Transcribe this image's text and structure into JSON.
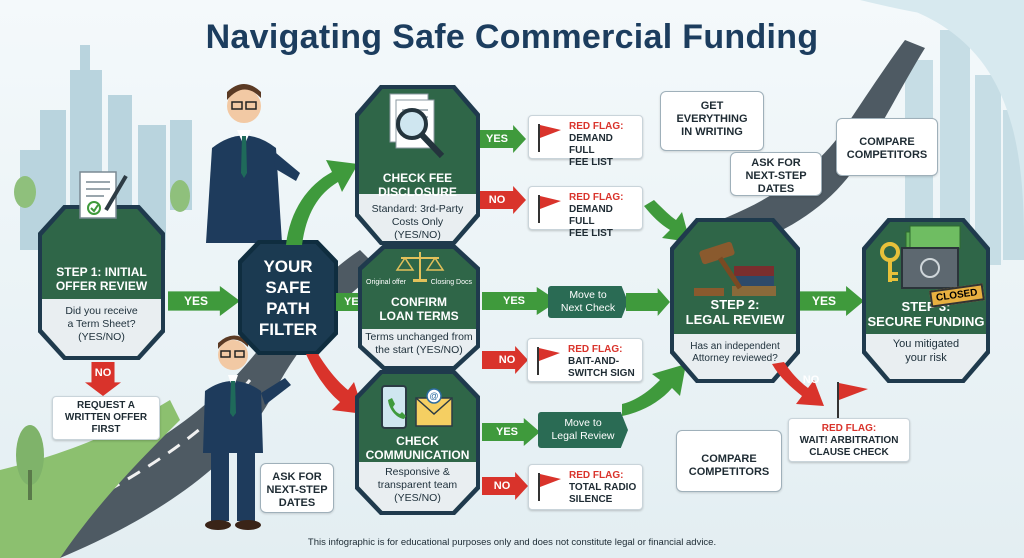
{
  "title": "Navigating Safe Commercial Funding",
  "center": {
    "l1": "YOUR",
    "l2": "SAFE",
    "l3": "PATH",
    "l4": "FILTER"
  },
  "step1": {
    "heading_l1": "STEP 1: INITIAL",
    "heading_l2": "OFFER REVIEW",
    "q1": "Did you receive",
    "q2": "a Term Sheet?",
    "q3": "(YES/NO)",
    "yes": "YES",
    "no": "NO"
  },
  "request_box": {
    "l1": "REQUEST A",
    "l2": "WRITTEN OFFER",
    "l3": "FIRST"
  },
  "center_yes": "YES",
  "fee": {
    "heading_l1": "CHECK FEE",
    "heading_l2": "DISCLOSURE",
    "s1": "Standard: 3rd-Party",
    "s2": "Costs Only",
    "s3": "(YES/NO)",
    "yes": "YES",
    "no": "NO"
  },
  "flag_fee_yes": {
    "l1": "RED FLAG:",
    "l2": "DEMAND FULL",
    "l3": "FEE LIST"
  },
  "flag_fee_no": {
    "l1": "RED FLAG:",
    "l2": "DEMAND FULL",
    "l3": "FEE LIST"
  },
  "loan": {
    "small_left": "Original offer",
    "small_right": "Closing Docs",
    "heading_l1": "CONFIRM",
    "heading_l2": "LOAN TERMS",
    "s1": "Terms unchanged from",
    "s2": "the start (YES/NO)",
    "yes": "YES",
    "no": "NO"
  },
  "move_next": {
    "l1": "Move to",
    "l2": "Next Check"
  },
  "flag_bait": {
    "l1": "RED FLAG:",
    "l2": "BAIT-AND-",
    "l3": "SWITCH SIGN"
  },
  "comm": {
    "heading_l1": "CHECK",
    "heading_l2": "COMMUNICATION",
    "s1": "Responsive &",
    "s2": "transparent team",
    "s3": "(YES/NO)",
    "yes": "YES",
    "no": "NO"
  },
  "move_legal": {
    "l1": "Move to",
    "l2": "Legal Review"
  },
  "flag_silence": {
    "l1": "RED FLAG:",
    "l2": "TOTAL RADIO",
    "l3": "SILENCE"
  },
  "legal": {
    "heading_l1": "STEP 2:",
    "heading_l2": "LEGAL REVIEW",
    "s1": "Has an independent",
    "s2": "Attorney reviewed?",
    "yes": "YES",
    "no": "NO"
  },
  "flag_arb": {
    "l1": "RED FLAG:",
    "l2": "WAIT! ARBITRATION",
    "l3": "CLAUSE CHECK"
  },
  "secure": {
    "heading_l1": "STEP 3:",
    "heading_l2": "SECURE FUNDING",
    "s1": "You mitigated",
    "s2": "your risk",
    "stamp": "CLOSED"
  },
  "bubbles": {
    "writing": {
      "l1": "GET",
      "l2": "EVERYTHING",
      "l3": "IN WRITING"
    },
    "ask_top": {
      "l1": "ASK FOR",
      "l2": "NEXT-STEP",
      "l3": "DATES"
    },
    "compare_top": {
      "l1": "COMPARE",
      "l2": "COMPETITORS"
    },
    "compare_bottom": {
      "l1": "COMPARE",
      "l2": "COMPETITORS"
    },
    "ask_bottom": {
      "l1": "ASK FOR",
      "l2": "NEXT-STEP",
      "l3": "DATES"
    }
  },
  "disclaimer": "This infographic is for educational purposes only and does not constitute legal or financial advice.",
  "colors": {
    "green": "#3f9a3c",
    "red": "#d9332b",
    "navy": "#1c3d5e",
    "hex_green": "#2f6648"
  }
}
